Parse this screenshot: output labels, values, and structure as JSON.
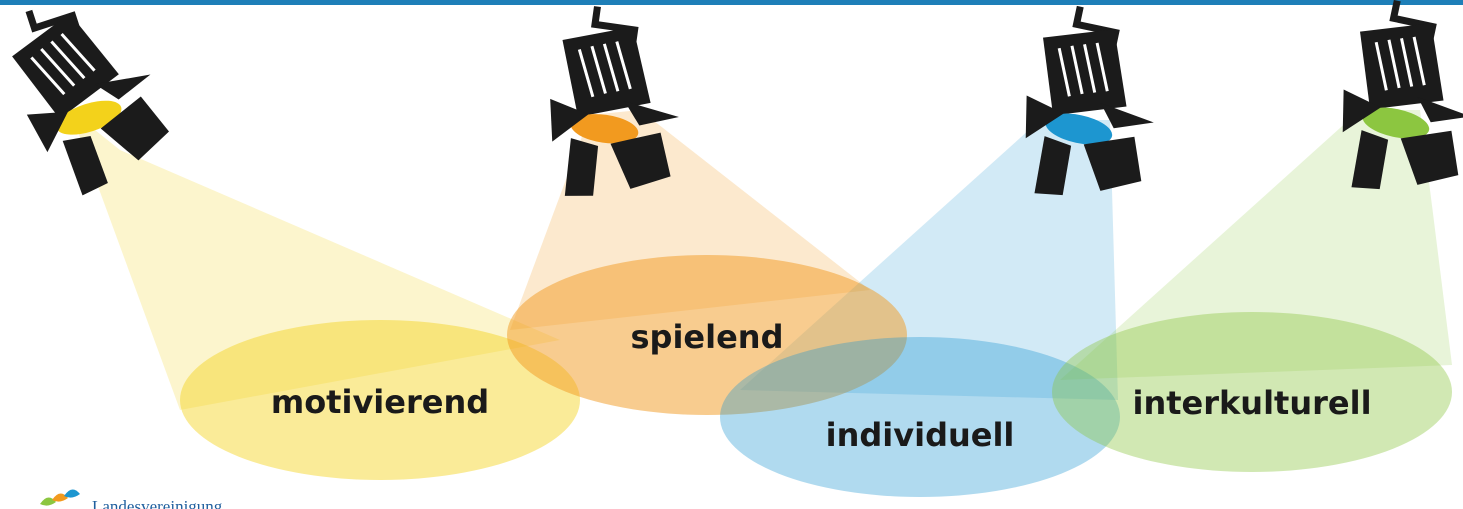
{
  "colors": {
    "top_bar": "#1e7fb8",
    "yellow": "#f3d21b",
    "orange": "#f29a1f",
    "blue": "#1d96d0",
    "green": "#8cc640",
    "lamp": "#1b1b1b"
  },
  "spotlights": [
    {
      "id": "yellow",
      "label": "motivierend"
    },
    {
      "id": "orange",
      "label": "spielend"
    },
    {
      "id": "blue",
      "label": "individuell"
    },
    {
      "id": "green",
      "label": "interkulturell"
    }
  ],
  "logo": {
    "text": "Landesvereinigung",
    "icon": "leaf-logo-icon"
  }
}
